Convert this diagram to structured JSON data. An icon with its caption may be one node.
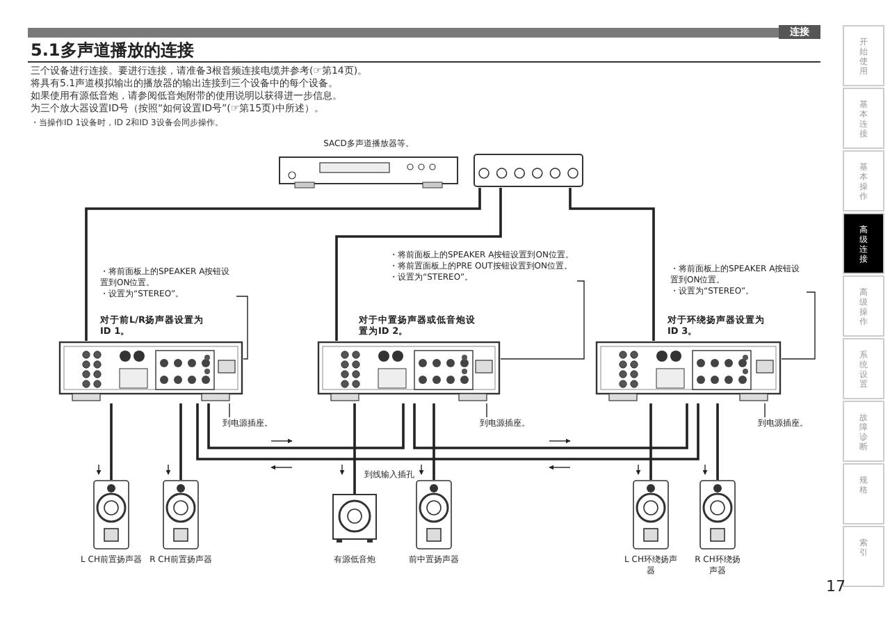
{
  "diagram": {
    "title": "5.1多声道播放的连接",
    "nodes": [
      {
        "text": [
          "SACD多声道播放器等。"
        ]
      },
      {
        "text": [],
        "shape": "box"
      },
      {
        "text": [
          "对于前L/R扬声器设置为ID 1。"
        ]
      },
      {
        "text": [
          "对于中置扬声器或低音炮设置为ID 2。"
        ]
      },
      {
        "text": [
          "对于环绕扬声器设置为ID 3。"
        ]
      },
      {
        "text": [
          "L CH前置扬声器"
        ]
      },
      {
        "text": [
          "R CH前置扬声器"
        ]
      },
      {
        "text": [
          "有源低音炮"
        ]
      },
      {
        "text": [
          "前中置扬声器"
        ]
      },
      {
        "text": [
          "L CH环绕扬声器"
        ]
      },
      {
        "text": [
          "R CH环绕扬声器"
        ]
      },
      {
        "text": [
          "・将前面板上的SPEAKER A按钮设置到ON位置。",
          "・设置为“STEREO”。"
        ]
      },
      {
        "text": [
          "・将前面板上的SPEAKER A按钮设置到ON位置。",
          "・将前置面板上的PRE OUT按钮设置到ON位置。",
          "・设置为“STEREO”。"
        ]
      },
      {
        "text": [
          "・将前面板上的SPEAKER A按钮设置到ON位置。",
          "・设置为“STEREO”。"
        ]
      },
      {
        "text": [
          "到电源插座。"
        ]
      },
      {
        "text": [
          "到电源插座。"
        ]
      },
      {
        "text": [
          "到电源插座。"
        ]
      }
    ],
    "edges": [
      {
        "from": 1,
        "to": 2,
        "arrow": "none"
      },
      {
        "from": 1,
        "to": 3,
        "arrow": "none"
      },
      {
        "from": 1,
        "to": 4,
        "arrow": "none"
      },
      {
        "from": 2,
        "to": 5,
        "arrow": "none"
      },
      {
        "from": 2,
        "to": 6,
        "arrow": "none"
      },
      {
        "from": 3,
        "to": 7,
        "arrow": "none"
      },
      {
        "from": 3,
        "to": 8,
        "arrow": "none"
      },
      {
        "from": 4,
        "to": 9,
        "arrow": "none"
      },
      {
        "from": 4,
        "to": 10,
        "arrow": "none"
      },
      {
        "from": 2,
        "to": 3,
        "arrow": "none"
      },
      {
        "from": 3,
        "to": 4,
        "arrow": "none"
      },
      {
        "from": 4,
        "to": 2,
        "arrow": "none"
      },
      {
        "from": 11,
        "to": 2,
        "arrow": "none"
      },
      {
        "from": 12,
        "to": 3,
        "arrow": "none"
      },
      {
        "from": 13,
        "to": 4,
        "arrow": "none"
      },
      {
        "from": 14,
        "to": 2,
        "arrow": "none"
      },
      {
        "from": 15,
        "to": 3,
        "arrow": "none"
      },
      {
        "from": 16,
        "to": 4,
        "arrow": "none"
      }
    ],
    "labels": [
      "连接",
      "三个设备进行连接。要进行连接，请准备3根音频连接电缆并参考(☞第14页)。",
      "将具有5.1声道模拟输出的播放器的输出连接到三个设备中的每个设备。",
      "如果使用有源低音炮，请参阅低音炮附带的使用说明以获得进一步信息。",
      "为三个放大器设置ID号（按照“如何设置ID号”(☞第15页)中所述）。",
      "・当操作ID 1设备时，ID 2和ID 3设备会同步操作。",
      "到线输入插孔",
      "开始使用",
      "基本连接",
      "基本操作",
      "高级连接",
      "高级操作",
      "系统设置",
      "故障诊断",
      "规格",
      "索引",
      "17"
    ]
  }
}
